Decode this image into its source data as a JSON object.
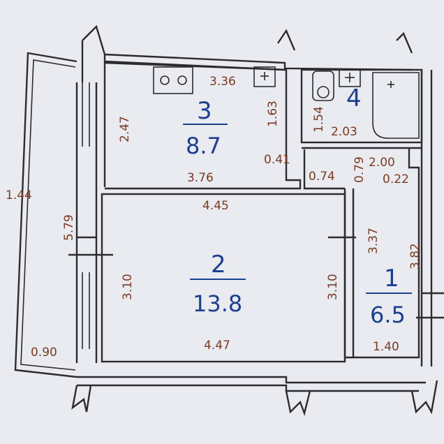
{
  "rooms": {
    "r1": {
      "number": "1",
      "area": "6.5"
    },
    "r2": {
      "number": "2",
      "area": "13.8"
    },
    "r3": {
      "number": "3",
      "area": "8.7"
    },
    "r4": {
      "number": "4"
    }
  },
  "dimensions": {
    "balcony_height": "1.44",
    "balcony_width": "0.90",
    "exterior_wall": "5.79",
    "kitchen_top": "3.36",
    "kitchen_left": "2.47",
    "kitchen_right": "1.63",
    "kitchen_bottom": "3.76",
    "kitchen_step": "0.41",
    "bath_left": "1.54",
    "bath_width": "2.03",
    "hall_top_left": "0.74",
    "hall_gap": "0.79",
    "hall_top_right": "2.00",
    "hall_step": "0.22",
    "room2_top": "4.45",
    "room2_left": "3.10",
    "room2_right": "3.10",
    "room2_bottom": "4.47",
    "hall_inner": "3.37",
    "hall_outer": "3.82",
    "hall_bottom": "1.40"
  }
}
